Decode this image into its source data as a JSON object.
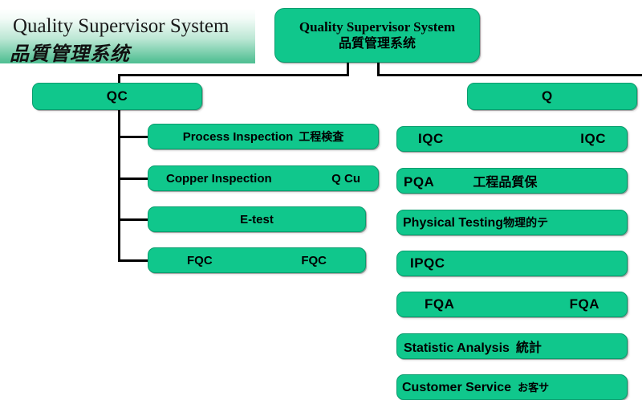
{
  "banner": {
    "title_en": "Quality Supervisor System",
    "title_zh": "品質管理系统"
  },
  "root": {
    "title_en": "Quality Supervisor System",
    "title_zh": "品質管理系统"
  },
  "branches": {
    "left": {
      "header": "QC",
      "items": [
        {
          "en": "Process Inspection",
          "zh": "工程検査"
        },
        {
          "en": "Copper Inspection",
          "zh": "Q Cu"
        },
        {
          "en": "E-test",
          "zh": ""
        },
        {
          "en": "FQC",
          "zh": "FQC"
        }
      ]
    },
    "right": {
      "header": "Q",
      "items": [
        {
          "en": "IQC",
          "zh": "IQC"
        },
        {
          "en": "PQA",
          "zh": "工程品質保"
        },
        {
          "en": "Physical Testing",
          "zh": "物理的テ"
        },
        {
          "en": "IPQC",
          "zh": ""
        },
        {
          "en": "FQA",
          "zh": "FQA"
        },
        {
          "en": "Statistic Analysis",
          "zh": "統計"
        },
        {
          "en": "Customer Service",
          "zh": "お客サ"
        }
      ]
    }
  },
  "colors": {
    "node_fill": "#10c78c",
    "node_border": "#0a9d6e",
    "line": "#000000",
    "banner_green": "#5ec49b",
    "text": "#000000"
  }
}
